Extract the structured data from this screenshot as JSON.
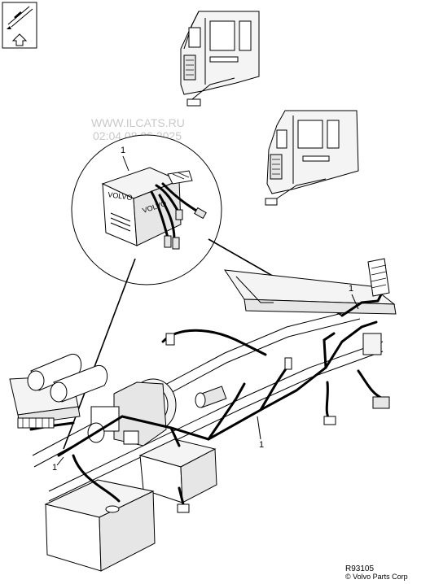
{
  "watermark": {
    "site": "WWW.ILCATS.RU",
    "timestamp": "02:04 08.06.2025"
  },
  "callouts": {
    "detail_label": "1",
    "right_label": "1",
    "lower_label": "1",
    "left_label": "1"
  },
  "connector_box": {
    "brand_front": "VOLVO",
    "brand_side": "VOLVO"
  },
  "footer": {
    "reference": "R93105",
    "copyright": "© Volvo Parts Corp"
  },
  "icons": {
    "orientation": "orientation-icon",
    "cab_day": "cab-icon",
    "cab_sleeper": "cab-icon"
  },
  "colors": {
    "line": "#000000",
    "fill": "#e6e6e6",
    "watermark": "#c9c9c9"
  }
}
